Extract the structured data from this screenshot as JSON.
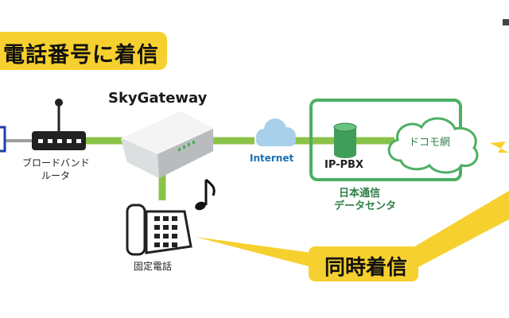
{
  "top_banner": "電話番号に着信",
  "bottom_banner": "同時着信",
  "labels": {
    "router_line1": "ブロードバンド",
    "router_line2": "ルータ",
    "gateway": "SkyGateway",
    "internet": "Internet",
    "ippbx": "IP-PBX",
    "docomo": "ドコモ網",
    "datacenter_line1": "日本通信",
    "datacenter_line2": "データセンタ",
    "phone": "固定電話"
  },
  "colors": {
    "banner": "#f6d02e",
    "line": "#8bc34a",
    "frame": "#4caf63",
    "cylinder": "#3f9f5a"
  }
}
